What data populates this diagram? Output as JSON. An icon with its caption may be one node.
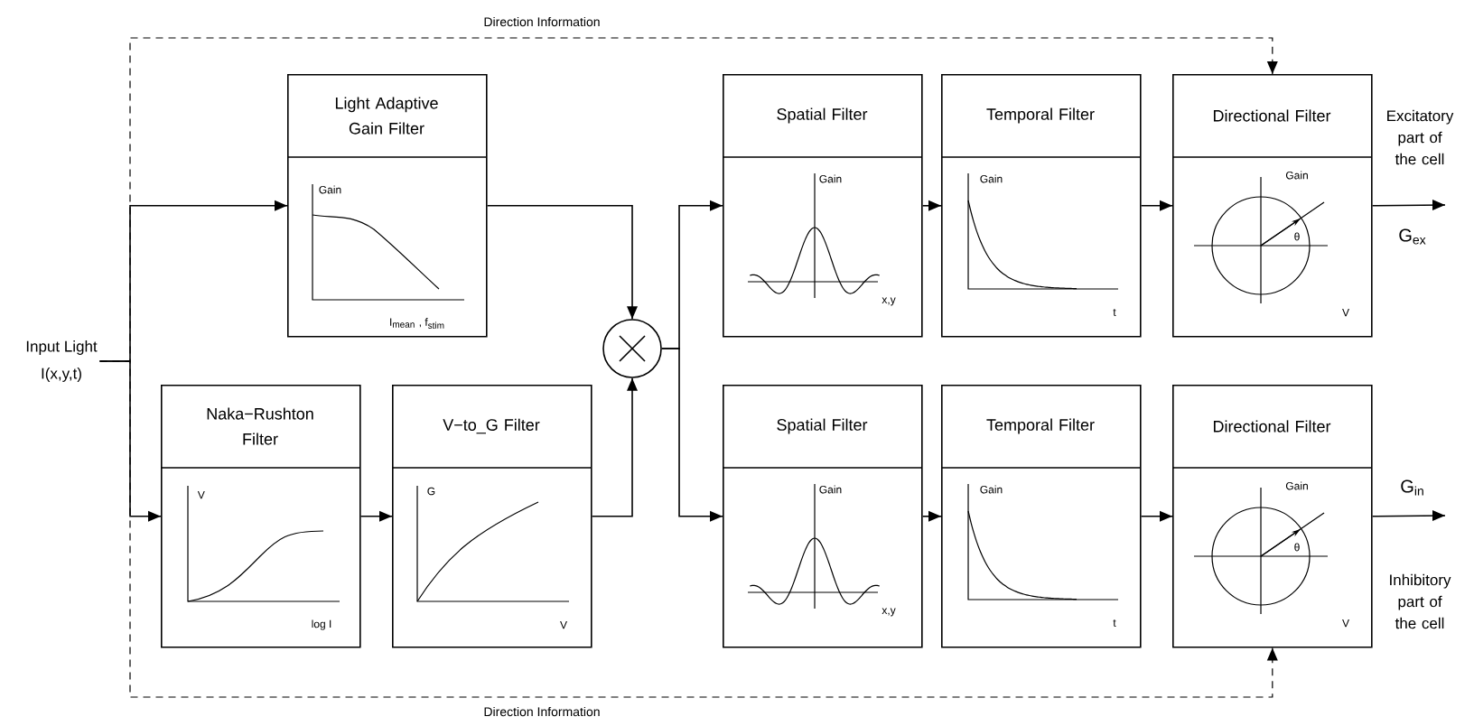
{
  "diagram": {
    "nodes": [
      {
        "text": [
          "Input Light",
          "I(x,y,t)"
        ]
      },
      {
        "text": [
          "Light Adaptive Gain Filter",
          "Gain",
          "I$_{mean}$ , f$_{stim}$"
        ]
      },
      {
        "text": [
          "Naka−Rushton Filter",
          "V",
          "log I"
        ]
      },
      {
        "text": [
          "V−to_G Filter",
          "G",
          "V"
        ]
      },
      {
        "text": [],
        "shape": "circle"
      },
      {
        "text": [
          "Spatial Filter",
          "Gain",
          "x,y"
        ]
      },
      {
        "text": [
          "Temporal Filter",
          "Gain",
          "t"
        ]
      },
      {
        "text": [
          "Directional Filter",
          "Gain",
          "θ",
          "V"
        ]
      },
      {
        "text": [
          "Spatial Filter",
          "Gain",
          "x,y"
        ]
      },
      {
        "text": [
          "Temporal Filter",
          "Gain",
          "t"
        ]
      },
      {
        "text": [
          "Directional Filter",
          "Gain",
          "θ",
          "V"
        ]
      }
    ],
    "edges": [
      {
        "from": 0,
        "to": 1,
        "arrow": "to"
      },
      {
        "from": 0,
        "to": 2,
        "arrow": "to"
      },
      {
        "from": 1,
        "to": 4,
        "arrow": "to"
      },
      {
        "from": 2,
        "to": 3,
        "arrow": "to"
      },
      {
        "from": 3,
        "to": 4,
        "arrow": "to"
      },
      {
        "from": 4,
        "to": 5,
        "arrow": "to"
      },
      {
        "from": 4,
        "to": 8,
        "arrow": "to"
      },
      {
        "from": 5,
        "to": 6,
        "arrow": "to"
      },
      {
        "from": 6,
        "to": 7,
        "arrow": "to"
      },
      {
        "from": 8,
        "to": 9,
        "arrow": "to"
      },
      {
        "from": 9,
        "to": 10,
        "arrow": "to"
      },
      {
        "from": 7,
        "to": null,
        "arrow": "to",
        "label": "G$_{ex}$"
      },
      {
        "from": 10,
        "to": null,
        "arrow": "to",
        "label": "G$_{in}$"
      },
      {
        "from": 0,
        "to": 7,
        "arrow": "to",
        "style": "dashed",
        "label": "Direction Information"
      },
      {
        "from": 0,
        "to": 10,
        "arrow": "to",
        "style": "dashed",
        "label": "Direction Information"
      }
    ],
    "labels": [
      "Excitatory part of the cell",
      "Inhibitory part of the cell"
    ]
  }
}
